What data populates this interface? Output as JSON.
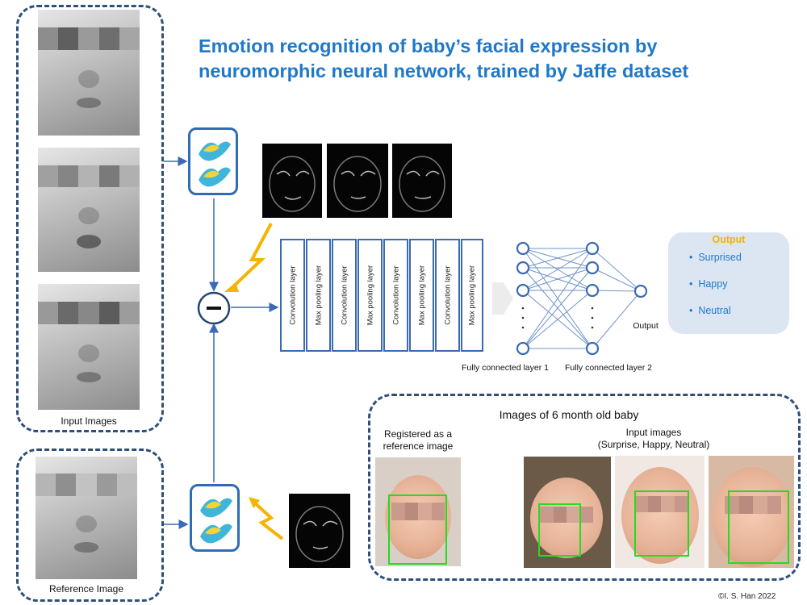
{
  "title": "Emotion recognition of baby’s facial expression by neuromorphic neural network, trained by Jaffe dataset",
  "input_images_label": "Input Images",
  "reference_image_label": "Reference Image",
  "layers": [
    "Convolution layer",
    "Max pooling layer",
    "Convolution layer",
    "Max pooling layer",
    "Convolution layer",
    "Max pooling layer",
    "Convolution layer",
    "Max pooling layer"
  ],
  "fc1_label": "Fully connected layer 1",
  "fc2_label": "Fully connected layer 2",
  "output_node_label": "Output",
  "output_box": {
    "header": "Output",
    "items": [
      "Surprised",
      "Happy",
      "Neutral"
    ]
  },
  "baby_box": {
    "title": "Images of 6 month old baby",
    "registered_label": "Registered as a reference image",
    "inputs_label_line1": "Input images",
    "inputs_label_line2": "(Surprise, Happy, Neutral)"
  },
  "copyright": "©I. S. Han 2022",
  "colors": {
    "title": "#1f78c8",
    "outline": "#3a6ab2",
    "output_header": "#f2b300",
    "lightning": "#f5b400"
  }
}
